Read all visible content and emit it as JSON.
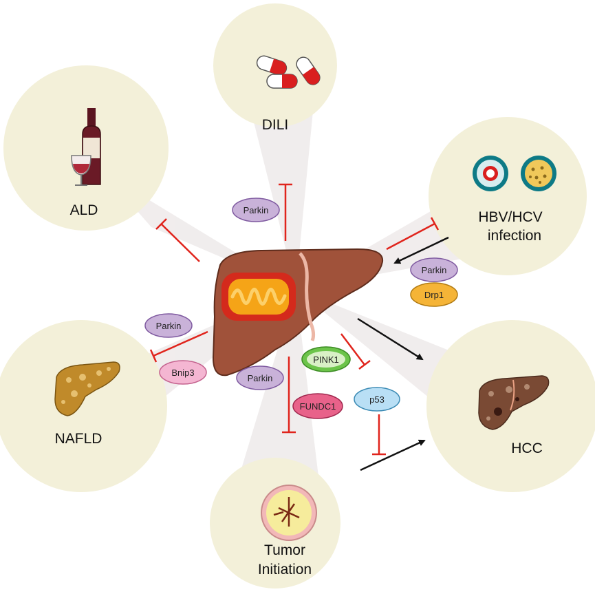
{
  "diseases": {
    "ald": "ALD",
    "dili": "DILI",
    "hbv_line1": "HBV/HCV",
    "hbv_line2": "infection",
    "nafld": "NAFLD",
    "hcc": "HCC",
    "tumor_line1": "Tumor",
    "tumor_line2": "Initiation"
  },
  "proteins": {
    "parkin_dili": "Parkin",
    "parkin_hbv": "Parkin",
    "drp1": "Drp1",
    "parkin_nafld": "Parkin",
    "bnip3": "Bnip3",
    "pink1": "PINK1",
    "parkin_tumor": "Parkin",
    "fundc1": "FUNDC1",
    "p53": "p53"
  },
  "colors": {
    "circle_fill": "#f3f0d9",
    "liver": "#a0523a",
    "mitochondrion_outer": "#d42a1c",
    "cristae": "#f5a417",
    "inhibit_line": "#e0241c",
    "activate_arrow": "#111111",
    "parkin": "#c9b2d9",
    "drp1": "#f5b437",
    "bnip3": "#f4b6d2",
    "pink1": "#6cc44a",
    "fundc1": "#e8628a",
    "p53": "#b9dff5"
  },
  "icons": {
    "ald": "wine-bottle-and-glass-icon",
    "dili": "pill-capsules-icon",
    "hbv": "virus-particles-icon",
    "nafld": "fatty-liver-icon",
    "hcc": "cancerous-liver-icon",
    "tumor": "tumor-cell-icon"
  }
}
